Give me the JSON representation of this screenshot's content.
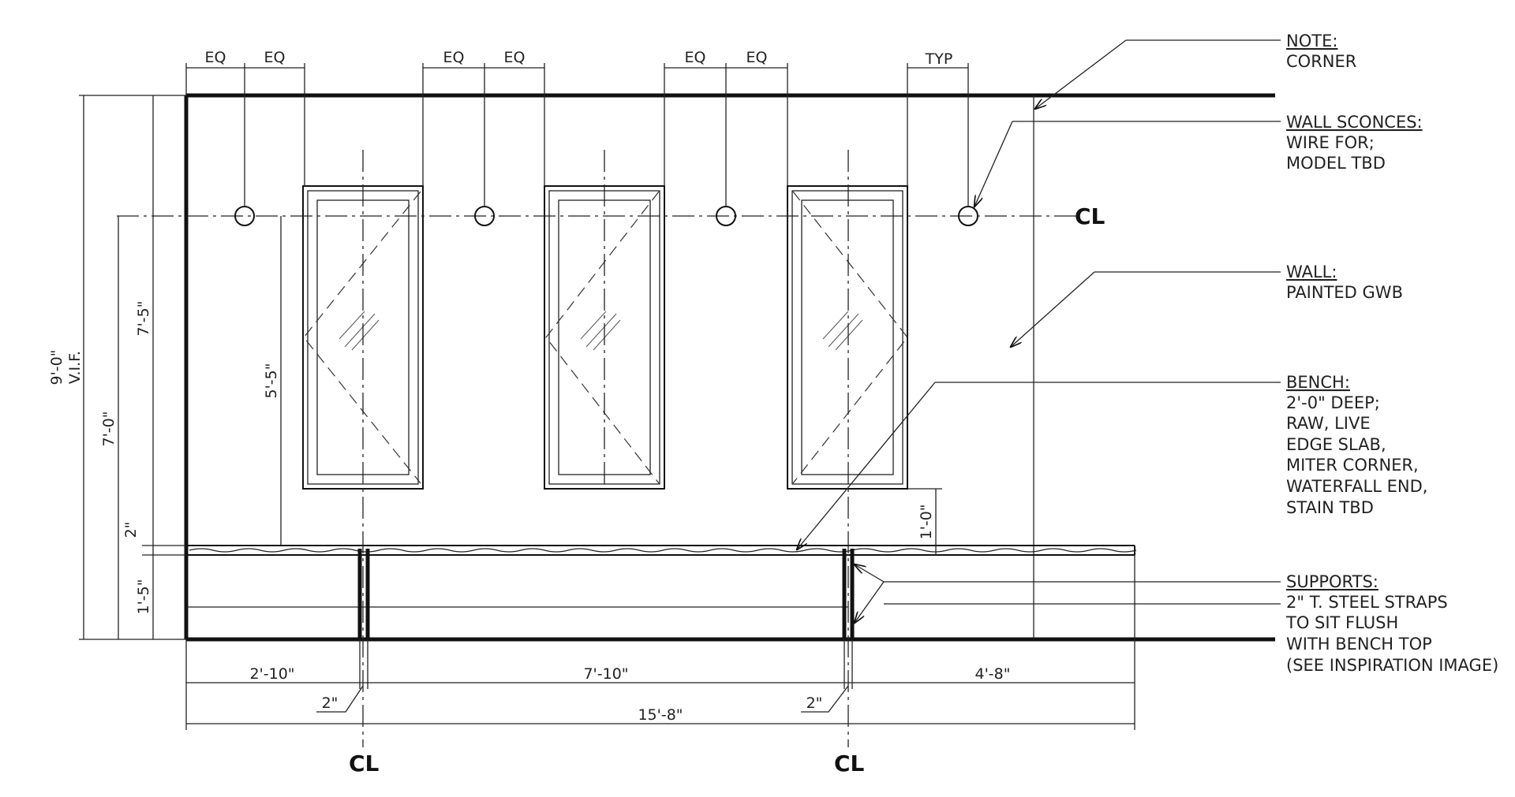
{
  "dimensions": {
    "eq": "EQ",
    "typ": "TYP",
    "overall_height": "9'-0\"",
    "vif": "V.I.F.",
    "sconce_height": "7'-5\"",
    "window_head": "7'-0\"",
    "window_to_bench": "5'-5\"",
    "bench_top_thk": "2\"",
    "bench_height": "1'-5\"",
    "window_sill_to_bench": "1'-0\"",
    "seg_left": "2'-10\"",
    "seg_mid": "7'-10\"",
    "seg_right": "4'-8\"",
    "support_left": "2\"",
    "support_right": "2\"",
    "overall_length": "15'-8\""
  },
  "centerline_symbol": "CL",
  "notes": [
    {
      "heading": "NOTE:",
      "lines": [
        "CORNER"
      ]
    },
    {
      "heading": "WALL SCONCES:",
      "lines": [
        "WIRE FOR;",
        "MODEL TBD"
      ]
    },
    {
      "heading": "WALL:",
      "lines": [
        "PAINTED GWB"
      ]
    },
    {
      "heading": "BENCH:",
      "lines": [
        "2'-0\" DEEP;",
        "RAW, LIVE",
        "EDGE SLAB,",
        "MITER CORNER,",
        "WATERFALL END,",
        "STAIN TBD"
      ]
    },
    {
      "heading": "SUPPORTS:",
      "lines": [
        "2\" T. STEEL STRAPS",
        "TO SIT FLUSH",
        "WITH BENCH TOP",
        "(SEE INSPIRATION IMAGE)"
      ]
    }
  ]
}
